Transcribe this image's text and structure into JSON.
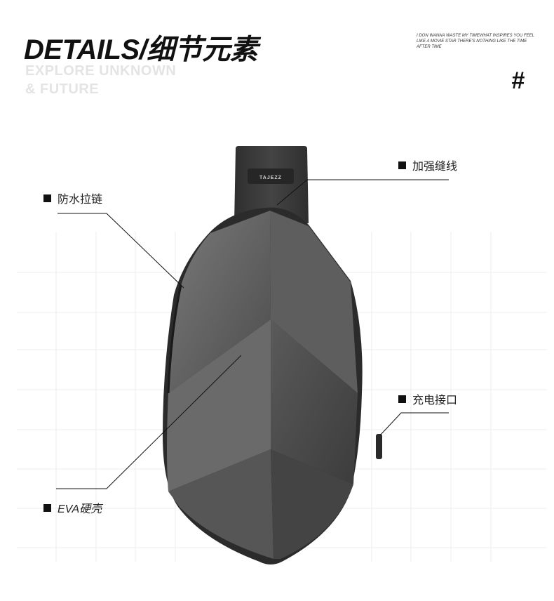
{
  "header": {
    "title": "DETAILS/细节元素",
    "subtitle_line1": "EXPLORE UNKNOWN",
    "subtitle_line2": "& FUTURE",
    "quote": "I DON WANNA WASTE MY TIMEWHAT INSPIRES YOU FEEL LIKE A MOVIE STAR THERE'S NOTHING LIKE THE TIME AFTER TIME",
    "hash": "#"
  },
  "product": {
    "brand_tag": "TAJEZZ"
  },
  "callouts": {
    "stitching": "加强缝线",
    "zipper": "防水拉链",
    "charging": "充电接口",
    "eva": "EVA硬壳"
  },
  "colors": {
    "shell": "#505050",
    "strap": "#3a3a3a",
    "line": "#111111",
    "subtitle": "#e4e4e4"
  }
}
